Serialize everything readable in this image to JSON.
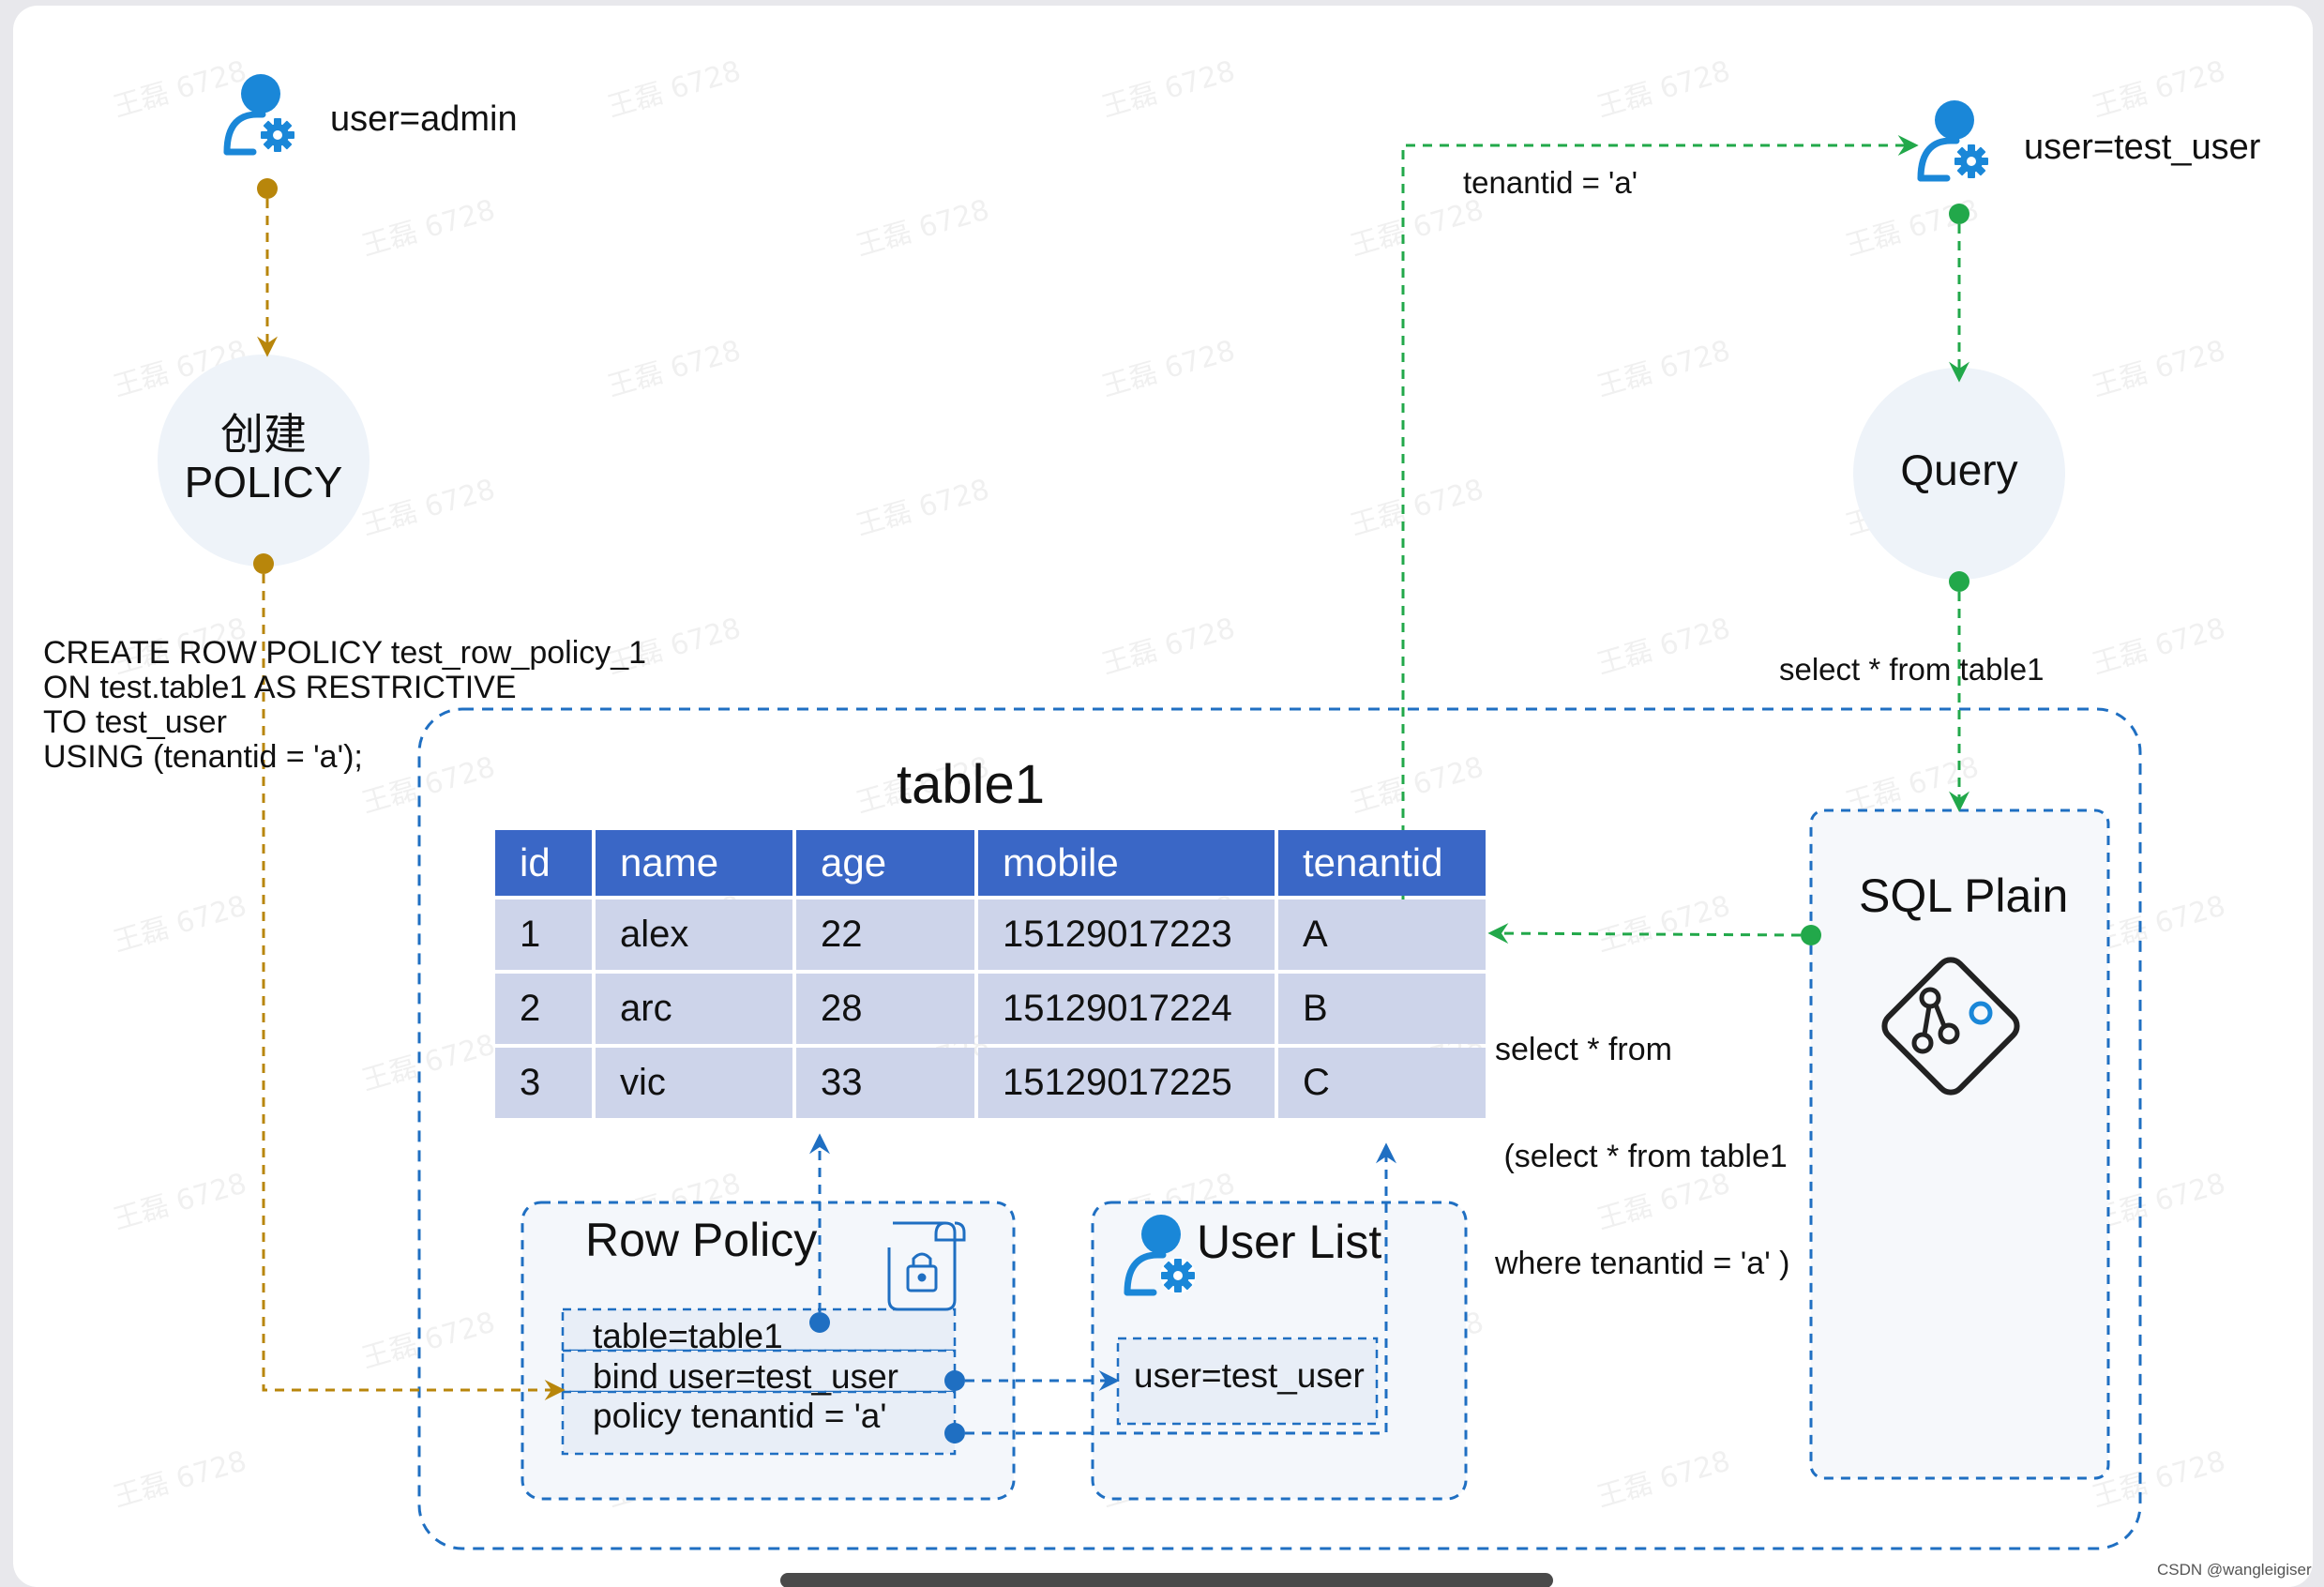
{
  "admin_user": {
    "label": "user=admin"
  },
  "create_node": {
    "line1": "创建",
    "line2": "POLICY"
  },
  "create_sql": [
    "CREATE ROW POLICY test_row_policy_1",
    "ON test.table1 AS RESTRICTIVE",
    "TO test_user",
    "USING (tenantid = 'a');"
  ],
  "test_user": {
    "label": "user=test_user"
  },
  "tenant_edge_label": "tenantid = 'a'",
  "query_node": {
    "label": "Query"
  },
  "select_edge_label": "select * from table1",
  "table": {
    "title": "table1",
    "columns": [
      "id",
      "name",
      "age",
      "mobile",
      "tenantid"
    ],
    "rows": [
      [
        "1",
        "alex",
        "22",
        "15129017223",
        "A"
      ],
      [
        "2",
        "arc",
        "28",
        "15129017224",
        "B"
      ],
      [
        "3",
        "vic",
        "33",
        "15129017225",
        "C"
      ]
    ]
  },
  "rewrite_label": [
    "select * from",
    " (select * from table1",
    "where tenantid = 'a' )"
  ],
  "sql_plain": {
    "title": "SQL Plain"
  },
  "row_policy": {
    "title": "Row Policy",
    "fields": [
      "table=table1",
      "bind user=test_user",
      "policy tenantid = 'a'"
    ]
  },
  "user_list": {
    "title": "User List",
    "entry": "user=test_user"
  },
  "watermark": "王磊 6728",
  "credit": "CSDN @wangleigiser",
  "icons": {
    "user": "user-gear-icon",
    "policy": "lock-document-icon",
    "plan": "git-branch-diamond-icon"
  },
  "colors": {
    "admin_flow": "#b8860b",
    "user_flow": "#22a84a",
    "structure": "#1f6fc2",
    "header_bg": "#3a67c6",
    "cell_bg": "#cdd4ea",
    "node_bg": "#eef3f9"
  }
}
